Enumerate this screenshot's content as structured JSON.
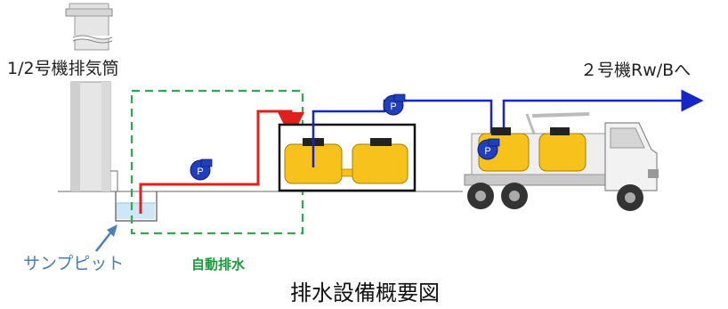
{
  "labels": {
    "stack": "1/2号機排気筒",
    "destination": "２号機Rw/Bへ",
    "sump_pit": "サンプピット",
    "auto_drain": "自動排水",
    "title": "排水設備概要図",
    "pump": "P"
  },
  "colors": {
    "suction_line": "#e0201b",
    "discharge_line": "#1526c8",
    "tank": "#f7c21b",
    "zone_border": "#2fa84f",
    "pump": "#1f3fbf",
    "pit_water": "#cfe6f7",
    "pit_label": "#4a7fb8",
    "auto_label": "#1a9a3a"
  }
}
